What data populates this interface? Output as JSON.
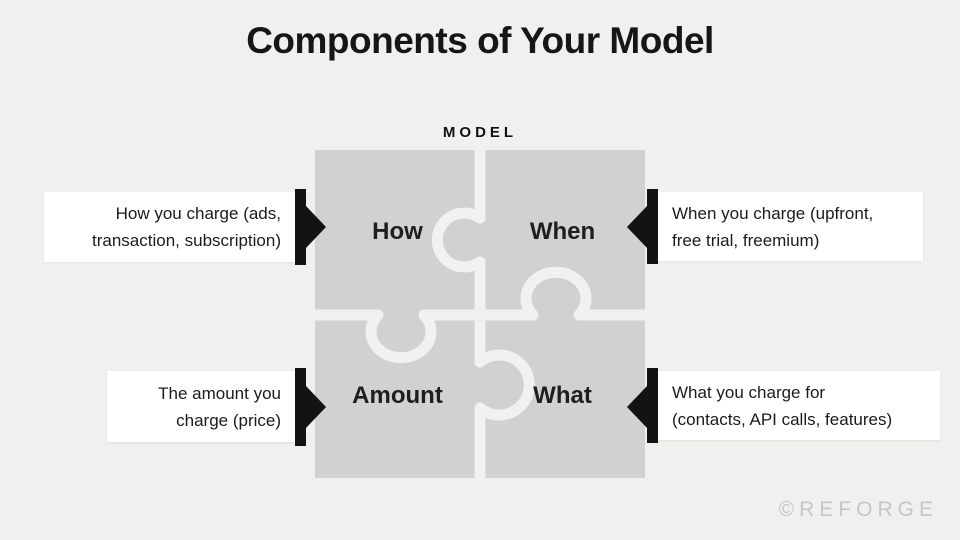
{
  "title": "Components of Your Model",
  "model_label": "MODEL",
  "puzzle": {
    "pieces": [
      {
        "id": "how",
        "label": "How"
      },
      {
        "id": "when",
        "label": "When"
      },
      {
        "id": "amount",
        "label": "Amount"
      },
      {
        "id": "what",
        "label": "What"
      }
    ]
  },
  "callouts": [
    {
      "id": "how",
      "side": "left",
      "line1": "How you charge (ads,",
      "line2": "transaction, subscription)"
    },
    {
      "id": "when",
      "side": "right",
      "line1": "When you charge (upfront,",
      "line2": "free trial, freemium)"
    },
    {
      "id": "amount",
      "side": "left",
      "line1": "The amount you",
      "line2": "charge (price)"
    },
    {
      "id": "what",
      "side": "right",
      "line1": "What you charge for",
      "line2": "(contacts, API calls, features)"
    }
  ],
  "watermark": "©REFORGE",
  "colors": {
    "background": "#f0f0ef",
    "piece_gray": "#d1d1d0",
    "divider": "#f1f1f0",
    "accent_black": "#131313",
    "callout_bg": "#ffffff",
    "text": "#1b1b1b",
    "watermark_gray": "#c6c6c5"
  }
}
